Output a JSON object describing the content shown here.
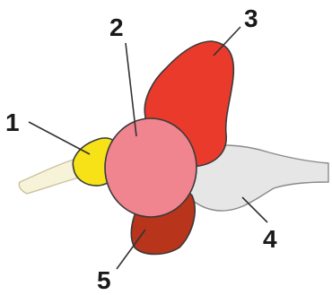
{
  "diagram": {
    "callouts": [
      {
        "number": "1"
      },
      {
        "number": "2"
      },
      {
        "number": "3"
      },
      {
        "number": "4"
      },
      {
        "number": "5"
      }
    ]
  },
  "colors": {
    "spinal_cord": "#f7f3d8",
    "part_1": "#f7e218",
    "part_2": "#f0848f",
    "part_3": "#e93a2c",
    "part_4": "#e6e6e6",
    "part_5": "#b8341b",
    "outline": "#3a3a3a"
  }
}
